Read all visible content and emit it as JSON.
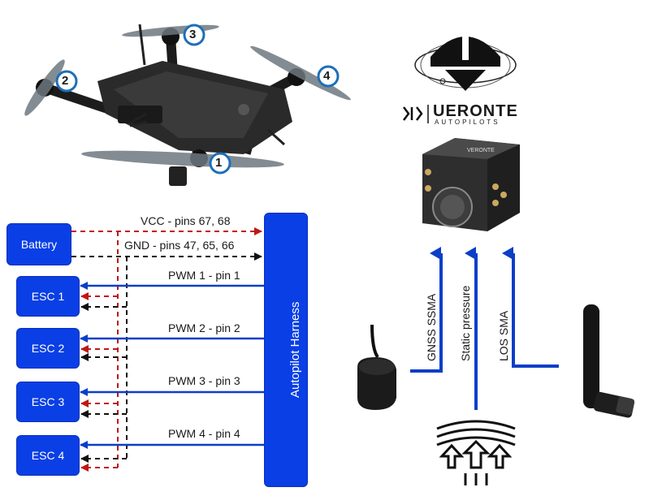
{
  "blocks": {
    "battery": "Battery",
    "esc1": "ESC 1",
    "esc2": "ESC 2",
    "esc3": "ESC 3",
    "esc4": "ESC 4",
    "harness": "Autopilot Harness"
  },
  "wires": {
    "vcc": "VCC - pins 67, 68",
    "gnd": "GND - pins 47, 65, 66",
    "pwm1": "PWM 1 - pin 1",
    "pwm2": "PWM 2 - pin 2",
    "pwm3": "PWM 3 - pin 3",
    "pwm4": "PWM 4 - pin 4"
  },
  "sensors": {
    "gnss": "GNSS SSMA",
    "static": "Static pressure",
    "los": "LOS SMA"
  },
  "drone_labels": [
    "1",
    "2",
    "3",
    "4"
  ],
  "brand": {
    "name": "UERONTE",
    "sub": "AUTOPILOTS",
    "mark": "I"
  },
  "colors": {
    "block": "#0a3fe6",
    "signal": "#0b3ec9",
    "power": "#c01616",
    "ground": "#111111"
  }
}
